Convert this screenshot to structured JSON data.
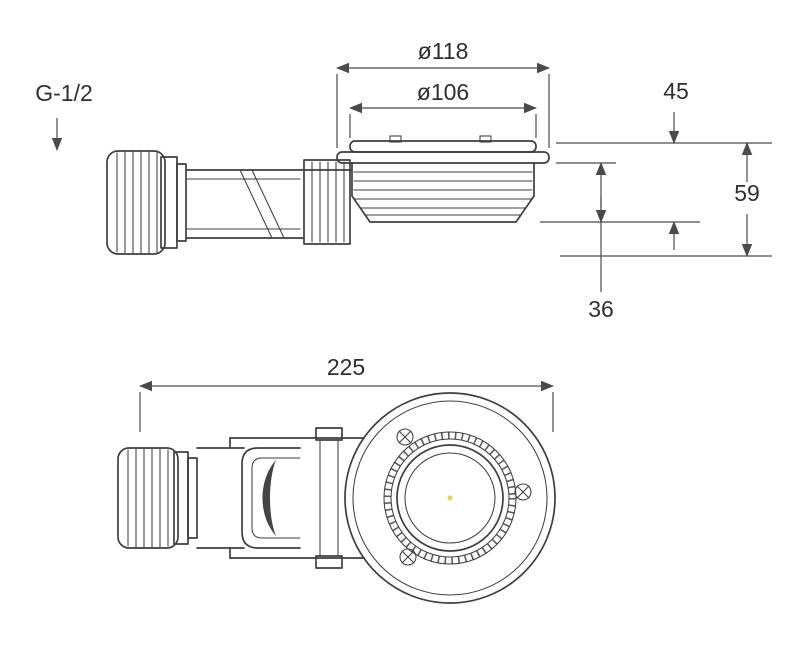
{
  "page": {
    "background": "#ffffff"
  },
  "drawing": {
    "labels": {
      "dia_outer": "ø118",
      "dia_lid": "ø106",
      "thread_size": "G-1/2",
      "height_upper": "45",
      "height_total": "59",
      "height_lower": "36",
      "overall_length": "225"
    },
    "colors": {
      "line": "#3f3f3f",
      "text": "#2f2f2f",
      "center_dot": "#e8d44d",
      "background": "#ffffff"
    }
  }
}
